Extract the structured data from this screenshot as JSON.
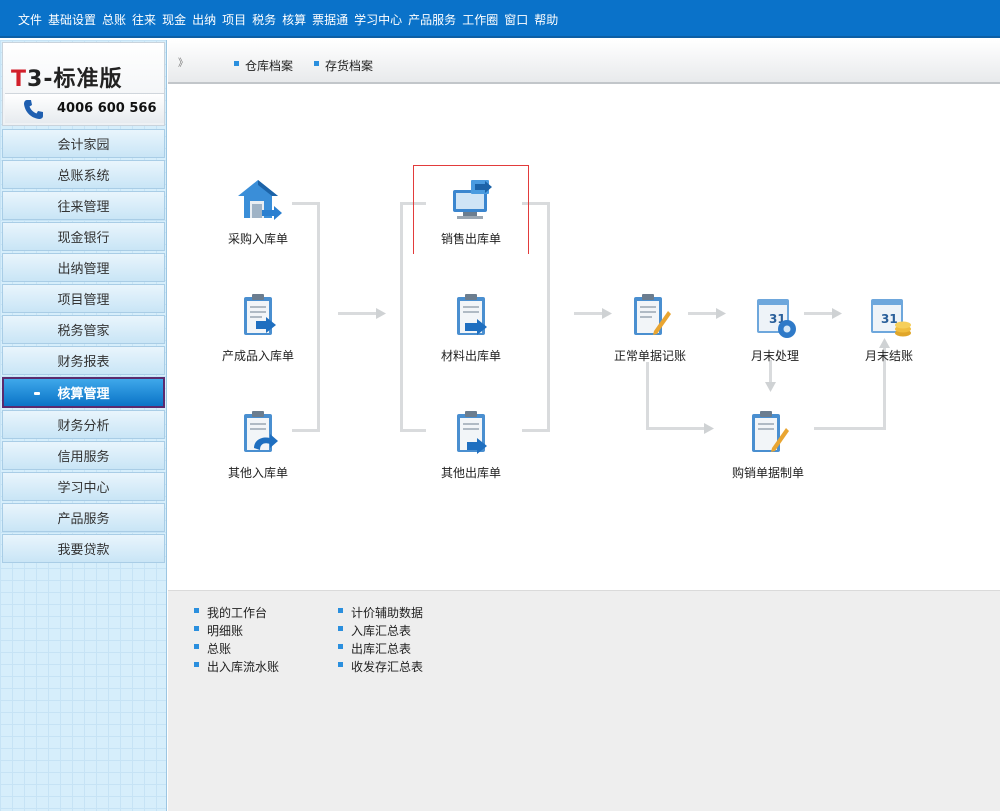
{
  "menu": [
    "文件",
    "基础设置",
    "总账",
    "往来",
    "现金",
    "出纳",
    "项目",
    "税务",
    "核算",
    "票据通",
    "学习中心",
    "产品服务",
    "工作圈",
    "窗口",
    "帮助"
  ],
  "brand": {
    "title_prefix": "T",
    "title_rest": "3-标准版",
    "phone": "4006 600 566"
  },
  "sidebar": {
    "items": [
      "会计家园",
      "总账系统",
      "往来管理",
      "现金银行",
      "出纳管理",
      "项目管理",
      "税务管家",
      "财务报表",
      "核算管理",
      "财务分析",
      "信用服务",
      "学习中心",
      "产品服务",
      "我要贷款"
    ],
    "active": "核算管理"
  },
  "toolbar": {
    "chevrons": "》",
    "links": [
      "仓库档案",
      "存货档案"
    ]
  },
  "flow": {
    "nodes": {
      "purchase_in": "采购入库单",
      "product_in": "产成品入库单",
      "other_in": "其他入库单",
      "sales_out": "销售出库单",
      "material_out": "材料出库单",
      "other_out": "其他出库单",
      "voucher_record": "正常单据记账",
      "month_end": "月末处理",
      "month_close": "月末结账",
      "make_voucher": "购销单据制单"
    }
  },
  "bottom": {
    "left_links": [
      "我的工作台",
      "明细账",
      "总账",
      "出入库流水账"
    ],
    "right_links": [
      "计价辅助数据",
      "入库汇总表",
      "出库汇总表",
      "收发存汇总表"
    ]
  },
  "colors": {
    "menubar": "#0a72c9",
    "active_nav": "#0a73c7",
    "brand_red": "#d2202b",
    "selection": "#e23b3b"
  }
}
